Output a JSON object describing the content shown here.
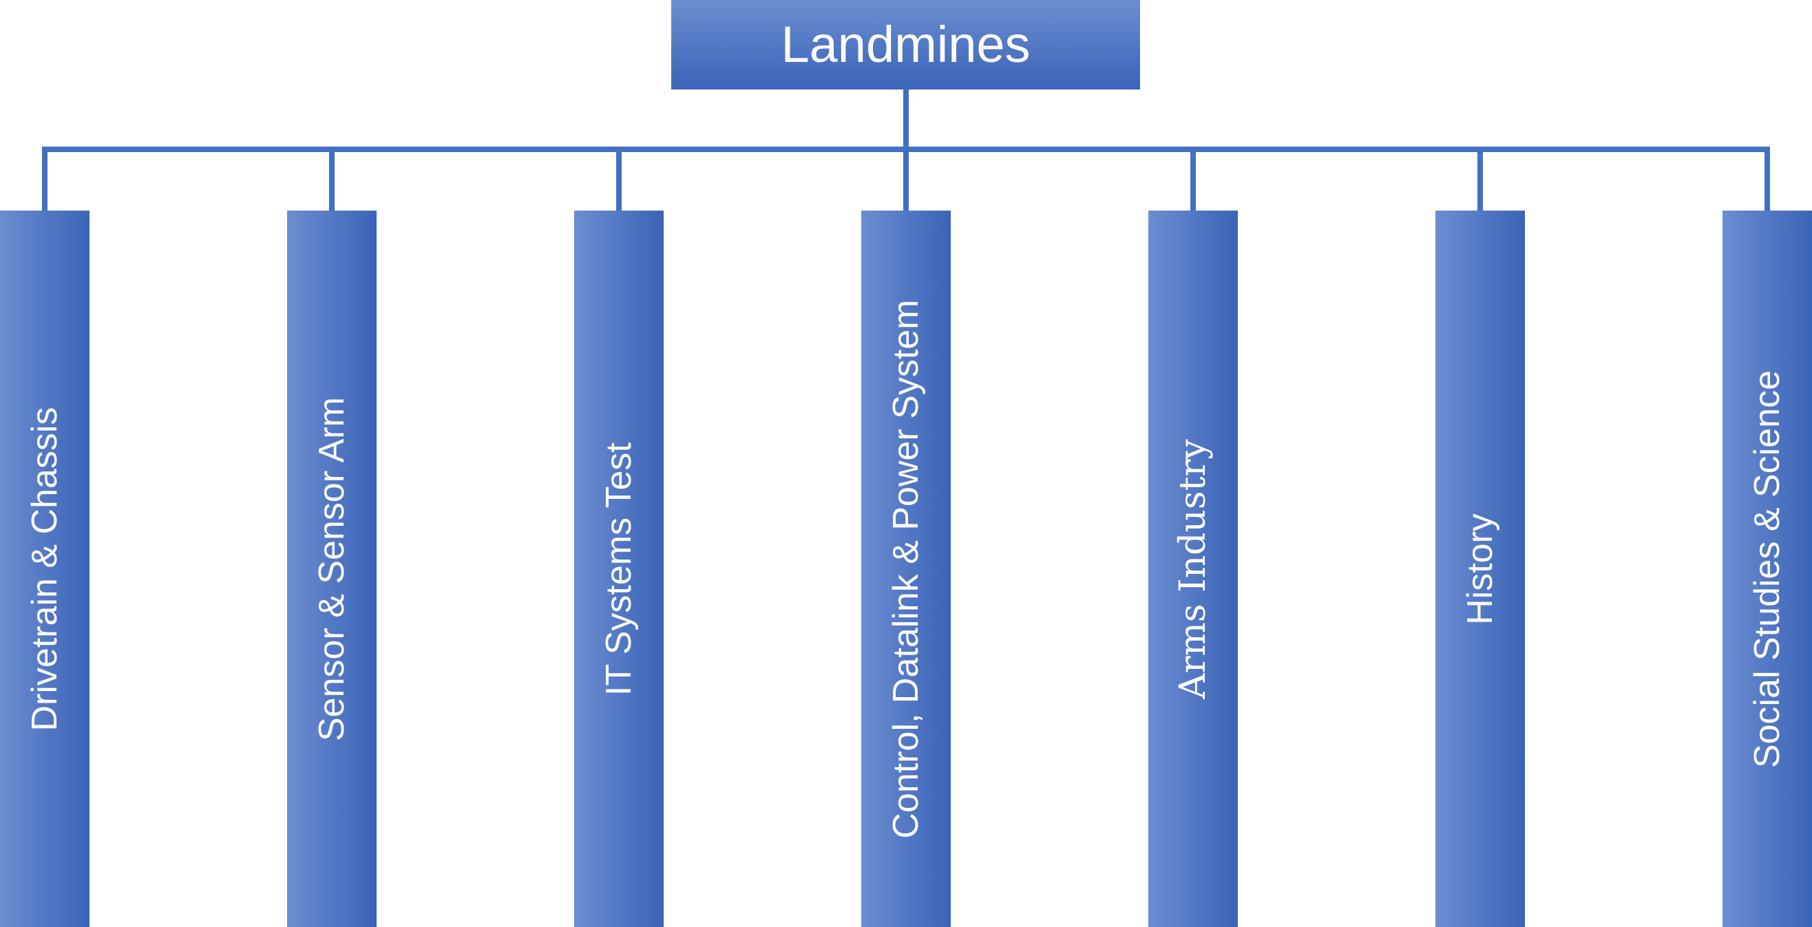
{
  "diagram": {
    "type": "org-chart",
    "root": {
      "label": "Landmines"
    },
    "children": [
      {
        "label": "Drivetrain & Chassis",
        "font_style": "sans"
      },
      {
        "label": "Sensor & Sensor Arm",
        "font_style": "sans"
      },
      {
        "label": "IT Systems Test",
        "font_style": "sans"
      },
      {
        "label": "Control, Datalink & Power System",
        "font_style": "sans"
      },
      {
        "label": "Arms Industry",
        "font_style": "serif"
      },
      {
        "label": "History",
        "font_style": "sans"
      },
      {
        "label": "Social Studies & Science",
        "font_style": "sans"
      }
    ],
    "colors": {
      "background": "#ffffff",
      "node_gradient_light": "#6c8dd1",
      "node_gradient_dark": "#3a64b8",
      "connector": "#4170c3",
      "text": "#ffffff"
    }
  }
}
